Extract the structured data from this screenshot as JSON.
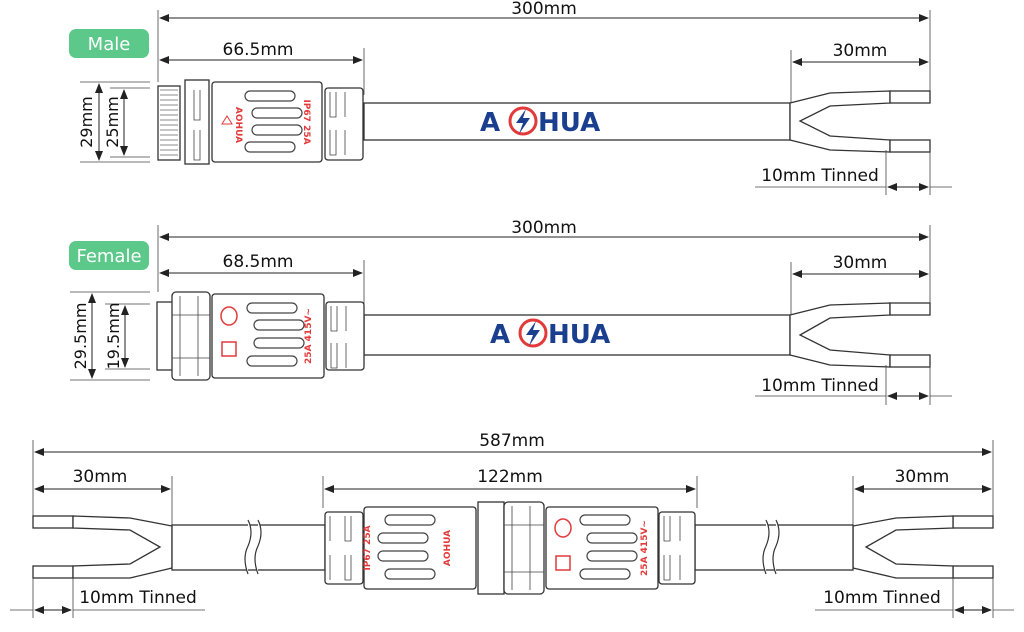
{
  "male": {
    "badge": "Male",
    "total_length": "300mm",
    "connector_length": "66.5mm",
    "strip_length": "30mm",
    "tinned": "10mm Tinned",
    "outer_diameter": "29mm",
    "inner_diameter": "25mm",
    "body_marking": "IP67 25A"
  },
  "female": {
    "badge": "Female",
    "total_length": "300mm",
    "connector_length": "68.5mm",
    "strip_length": "30mm",
    "tinned": "10mm Tinned",
    "outer_diameter": "29.5mm",
    "inner_diameter": "19.5mm",
    "body_marking": "25A 415V~"
  },
  "assembly": {
    "total_length": "587mm",
    "connector_length": "122mm",
    "left_strip": "30mm",
    "right_strip": "30mm",
    "left_tinned": "10mm Tinned",
    "right_tinned": "10mm Tinned",
    "male_marking": "IP67 25A",
    "female_marking": "25A 415V~"
  },
  "brand": {
    "logo_text_left": "A",
    "logo_text_right": "HUA",
    "logo_name": "AOHUA"
  },
  "colors": {
    "badge": "#5cc88a",
    "logo_blue": "#1a3f8f",
    "logo_red": "#e23a3a",
    "marking_red": "#e23a3a"
  }
}
